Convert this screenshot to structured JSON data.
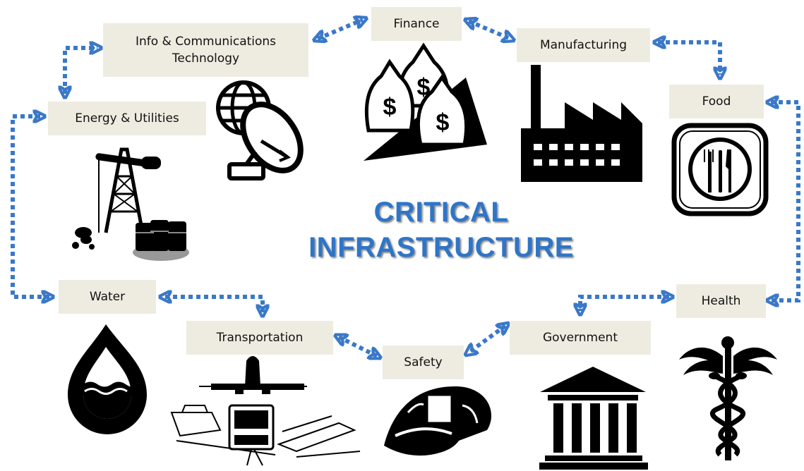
{
  "title": {
    "line1": "CRITICAL",
    "line2": "INFRASTRUCTURE"
  },
  "colors": {
    "arrow": "#3a78c8",
    "title": "#2e75c8",
    "label_bg": "#eeece1",
    "icon": "#000000"
  },
  "sectors": {
    "ict": {
      "line1": "Info & Communications",
      "line2": "Technology",
      "icon": "satellite-dish-globe-icon"
    },
    "finance": {
      "label": "Finance",
      "icon": "money-bags-icon"
    },
    "manufacturing": {
      "label": "Manufacturing",
      "icon": "factory-icon"
    },
    "food": {
      "label": "Food",
      "icon": "fork-knife-icon"
    },
    "energy": {
      "label": "Energy & Utilities",
      "icon": "oil-derrick-icon"
    },
    "health": {
      "label": "Health",
      "icon": "caduceus-icon"
    },
    "water": {
      "label": "Water",
      "icon": "water-drop-icon"
    },
    "transportation": {
      "label": "Transportation",
      "icon": "transport-vehicles-icon"
    },
    "safety": {
      "label": "Safety",
      "icon": "fire-helmet-icon"
    },
    "government": {
      "label": "Government",
      "icon": "government-building-icon"
    }
  },
  "connections": [
    {
      "from": "ict",
      "to": "finance"
    },
    {
      "from": "finance",
      "to": "manufacturing"
    },
    {
      "from": "manufacturing",
      "to": "food"
    },
    {
      "from": "food",
      "to": "health"
    },
    {
      "from": "health",
      "to": "government"
    },
    {
      "from": "government",
      "to": "safety"
    },
    {
      "from": "safety",
      "to": "transportation"
    },
    {
      "from": "transportation",
      "to": "water"
    },
    {
      "from": "water",
      "to": "energy"
    },
    {
      "from": "energy",
      "to": "ict"
    }
  ]
}
